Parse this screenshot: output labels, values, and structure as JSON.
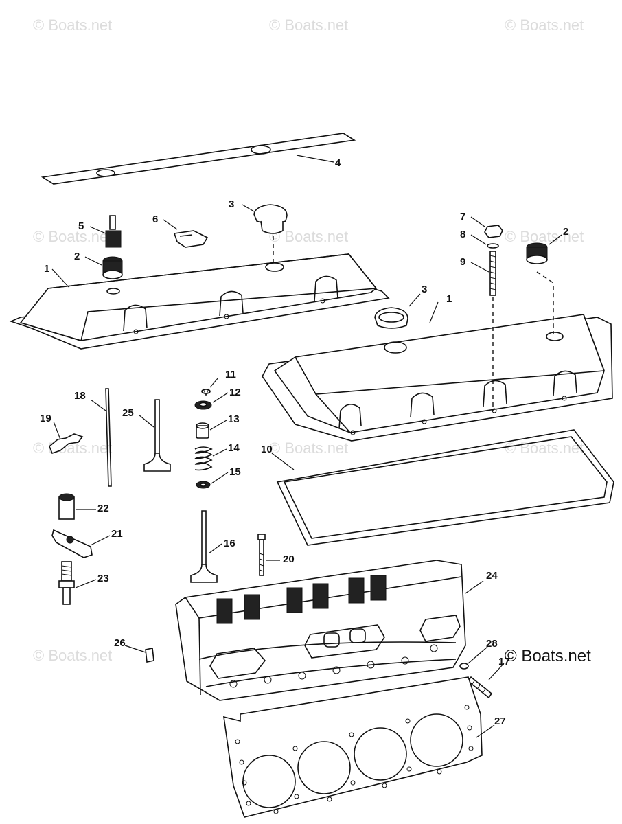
{
  "watermark": "© Boats.net",
  "brand_mark": "© Boats.net",
  "callouts": {
    "c1a": "1",
    "c1b": "1",
    "c2a": "2",
    "c2b": "2",
    "c3a": "3",
    "c3b": "3",
    "c4": "4",
    "c5": "5",
    "c6": "6",
    "c7": "7",
    "c8": "8",
    "c9": "9",
    "c10": "10",
    "c11": "11",
    "c12": "12",
    "c13": "13",
    "c14": "14",
    "c15": "15",
    "c16": "16",
    "c17": "17",
    "c18": "18",
    "c19": "19",
    "c20": "20",
    "c21": "21",
    "c22": "22",
    "c23": "23",
    "c24": "24",
    "c25": "25",
    "c26": "26",
    "c27": "27",
    "c28": "28"
  }
}
